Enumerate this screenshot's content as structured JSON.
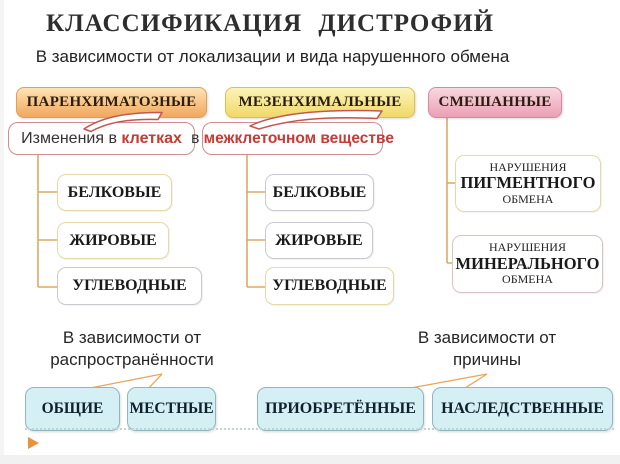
{
  "title": "КЛАССИФИКАЦИЯ ДИСТРОФИЙ",
  "subtitle": "В зависимости от локализации и вида нарушенного обмена",
  "top_categories": [
    {
      "label": "ПАРЕНХИМАТОЗНЫЕ"
    },
    {
      "label": "МЕЗЕНХИМАЛЬНЫЕ"
    },
    {
      "label": "СМЕШАННЫЕ"
    }
  ],
  "localization_notes": [
    {
      "text": "Изменения в ",
      "highlight": "клетках"
    },
    {
      "text": "в ",
      "highlight": "межклеточном веществе"
    }
  ],
  "parenchymal_types": [
    "БЕЛКОВЫЕ",
    "ЖИРОВЫЕ",
    "УГЛЕВОДНЫЕ"
  ],
  "mesenchymal_types": [
    "БЕЛКОВЫЕ",
    "ЖИРОВЫЕ",
    "УГЛЕВОДНЫЕ"
  ],
  "mixed_types": [
    {
      "line1": "НАРУШЕНИЯ",
      "line2": "ПИГМЕНТНОГО",
      "line3": "ОБМЕНА"
    },
    {
      "line1": "НАРУШЕНИЯ",
      "line2": "МИНЕРАЛЬНОГО",
      "line3": "ОБМЕНА"
    }
  ],
  "by_prevalence": {
    "heading_line1": "В зависимости от",
    "heading_line2": "распространённости",
    "items": [
      "ОБЩИЕ",
      "МЕСТНЫЕ"
    ]
  },
  "by_cause": {
    "heading_line1": "В зависимости от",
    "heading_line2": "причины",
    "items": [
      "ПРИОБРЕТЁННЫЕ",
      "НАСЛЕДСТВЕННЫЕ"
    ]
  },
  "colors": {
    "parenchymal_gradient": [
      "#fde3b2",
      "#f2a75e"
    ],
    "mesenchymal_gradient": [
      "#fcf4ba",
      "#f0d968"
    ],
    "mixed_gradient": [
      "#f8d8e1",
      "#eb9fb4"
    ],
    "highlight_red": "#c63b35",
    "connector_tan": "#dcaa66",
    "guide_line_orange": "#e5a75f",
    "arrow_outline_red": "#c4574d",
    "item_border_cream": "#e7d8a6",
    "item_border_gray": "#c9c9d4",
    "blue_box_fill": "#d4f0f4",
    "blue_box_border": "#93b5c0",
    "dotted_line": "#bfd4d6",
    "marker_orange": "#e8923a"
  }
}
